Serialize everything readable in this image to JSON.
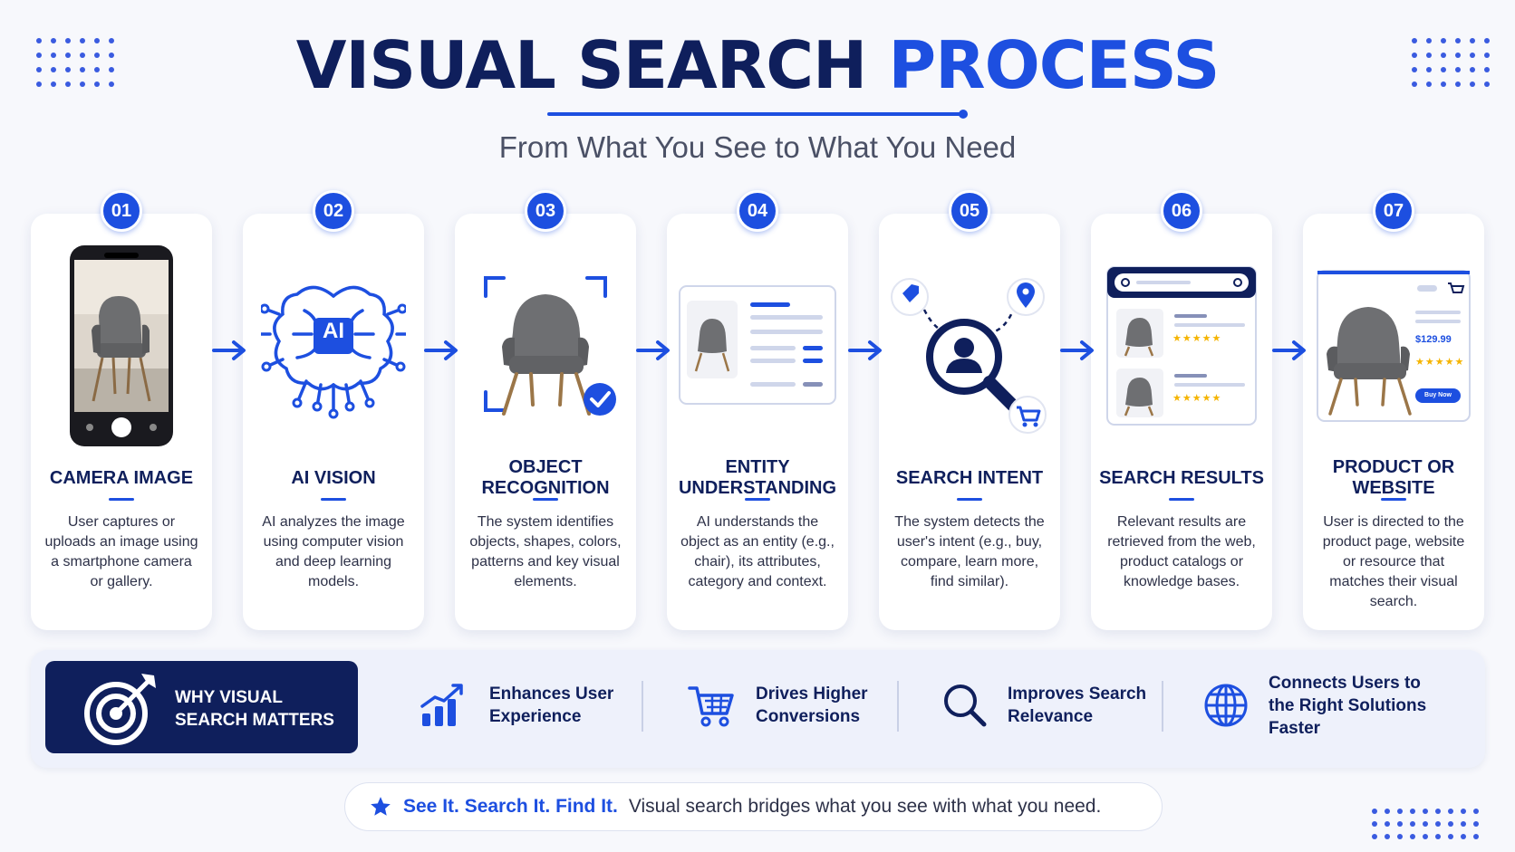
{
  "header": {
    "title_main": "VISUAL SEARCH",
    "title_accent": "PROCESS",
    "subtitle": "From What You See to What You Need"
  },
  "steps": [
    {
      "number": "01",
      "title": "CAMERA IMAGE",
      "description": "User captures or uploads an image using a smartphone camera or gallery."
    },
    {
      "number": "02",
      "title": "AI VISION",
      "description": "AI analyzes the image using computer vision and deep learning models."
    },
    {
      "number": "03",
      "title": "OBJECT RECOGNITION",
      "description": "The system identifies objects, shapes, colors, patterns and key visual elements."
    },
    {
      "number": "04",
      "title": "ENTITY UNDERSTANDING",
      "description": "AI understands the object as an entity (e.g., chair), its attributes, category and context."
    },
    {
      "number": "05",
      "title": "SEARCH INTENT",
      "description": "The system detects the user's intent (e.g., buy, compare, learn more, find similar)."
    },
    {
      "number": "06",
      "title": "SEARCH RESULTS",
      "description": "Relevant results are retrieved from the web, product catalogs or knowledge bases."
    },
    {
      "number": "07",
      "title": "PRODUCT OR WEBSITE",
      "description": "User is directed to the product page, website or resource that matches their visual search."
    }
  ],
  "step_art": {
    "ai_label": "AI",
    "rating": "★★★★★",
    "price": "$129.99",
    "buy_now": "Buy Now"
  },
  "why": {
    "label": "WHY VISUAL SEARCH MATTERS",
    "benefits": [
      {
        "icon": "growth-chart-icon",
        "text": "Enhances User Experience"
      },
      {
        "icon": "shopping-cart-icon",
        "text": "Drives Higher Conversions"
      },
      {
        "icon": "magnifier-icon",
        "text": "Improves Search Relevance"
      },
      {
        "icon": "globe-icon",
        "text": "Connects Users to the Right Solutions Faster"
      }
    ]
  },
  "tagline": {
    "strong": "See It. Search It. Find It.",
    "rest": "Visual search bridges what you see with what you need."
  },
  "colors": {
    "primary": "#1d4fe0",
    "navy": "#0f1f5c",
    "background": "#f7f8fc",
    "star": "#f5b400"
  }
}
